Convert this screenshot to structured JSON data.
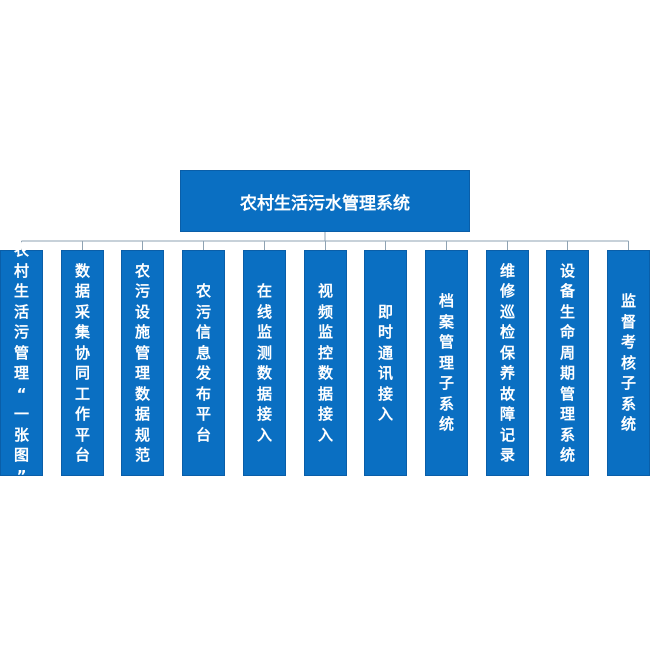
{
  "root": {
    "label": "农村生活污水管理系统"
  },
  "children": [
    {
      "label": "农村生活污管理“一张图”"
    },
    {
      "label": "数据采集协同工作平台"
    },
    {
      "label": "农污设施管理数据规范"
    },
    {
      "label": "农污信息发布平台"
    },
    {
      "label": "在线监测数据接入"
    },
    {
      "label": "视频监控数据接入"
    },
    {
      "label": "即时通讯接入"
    },
    {
      "label": "档案管理子系统"
    },
    {
      "label": "维修巡检保养故障记录"
    },
    {
      "label": "设备生命周期管理系统"
    },
    {
      "label": "监督考核子系统"
    }
  ],
  "colors": {
    "box_fill": "#0a6fc2",
    "connector": "#8fa3b3"
  }
}
